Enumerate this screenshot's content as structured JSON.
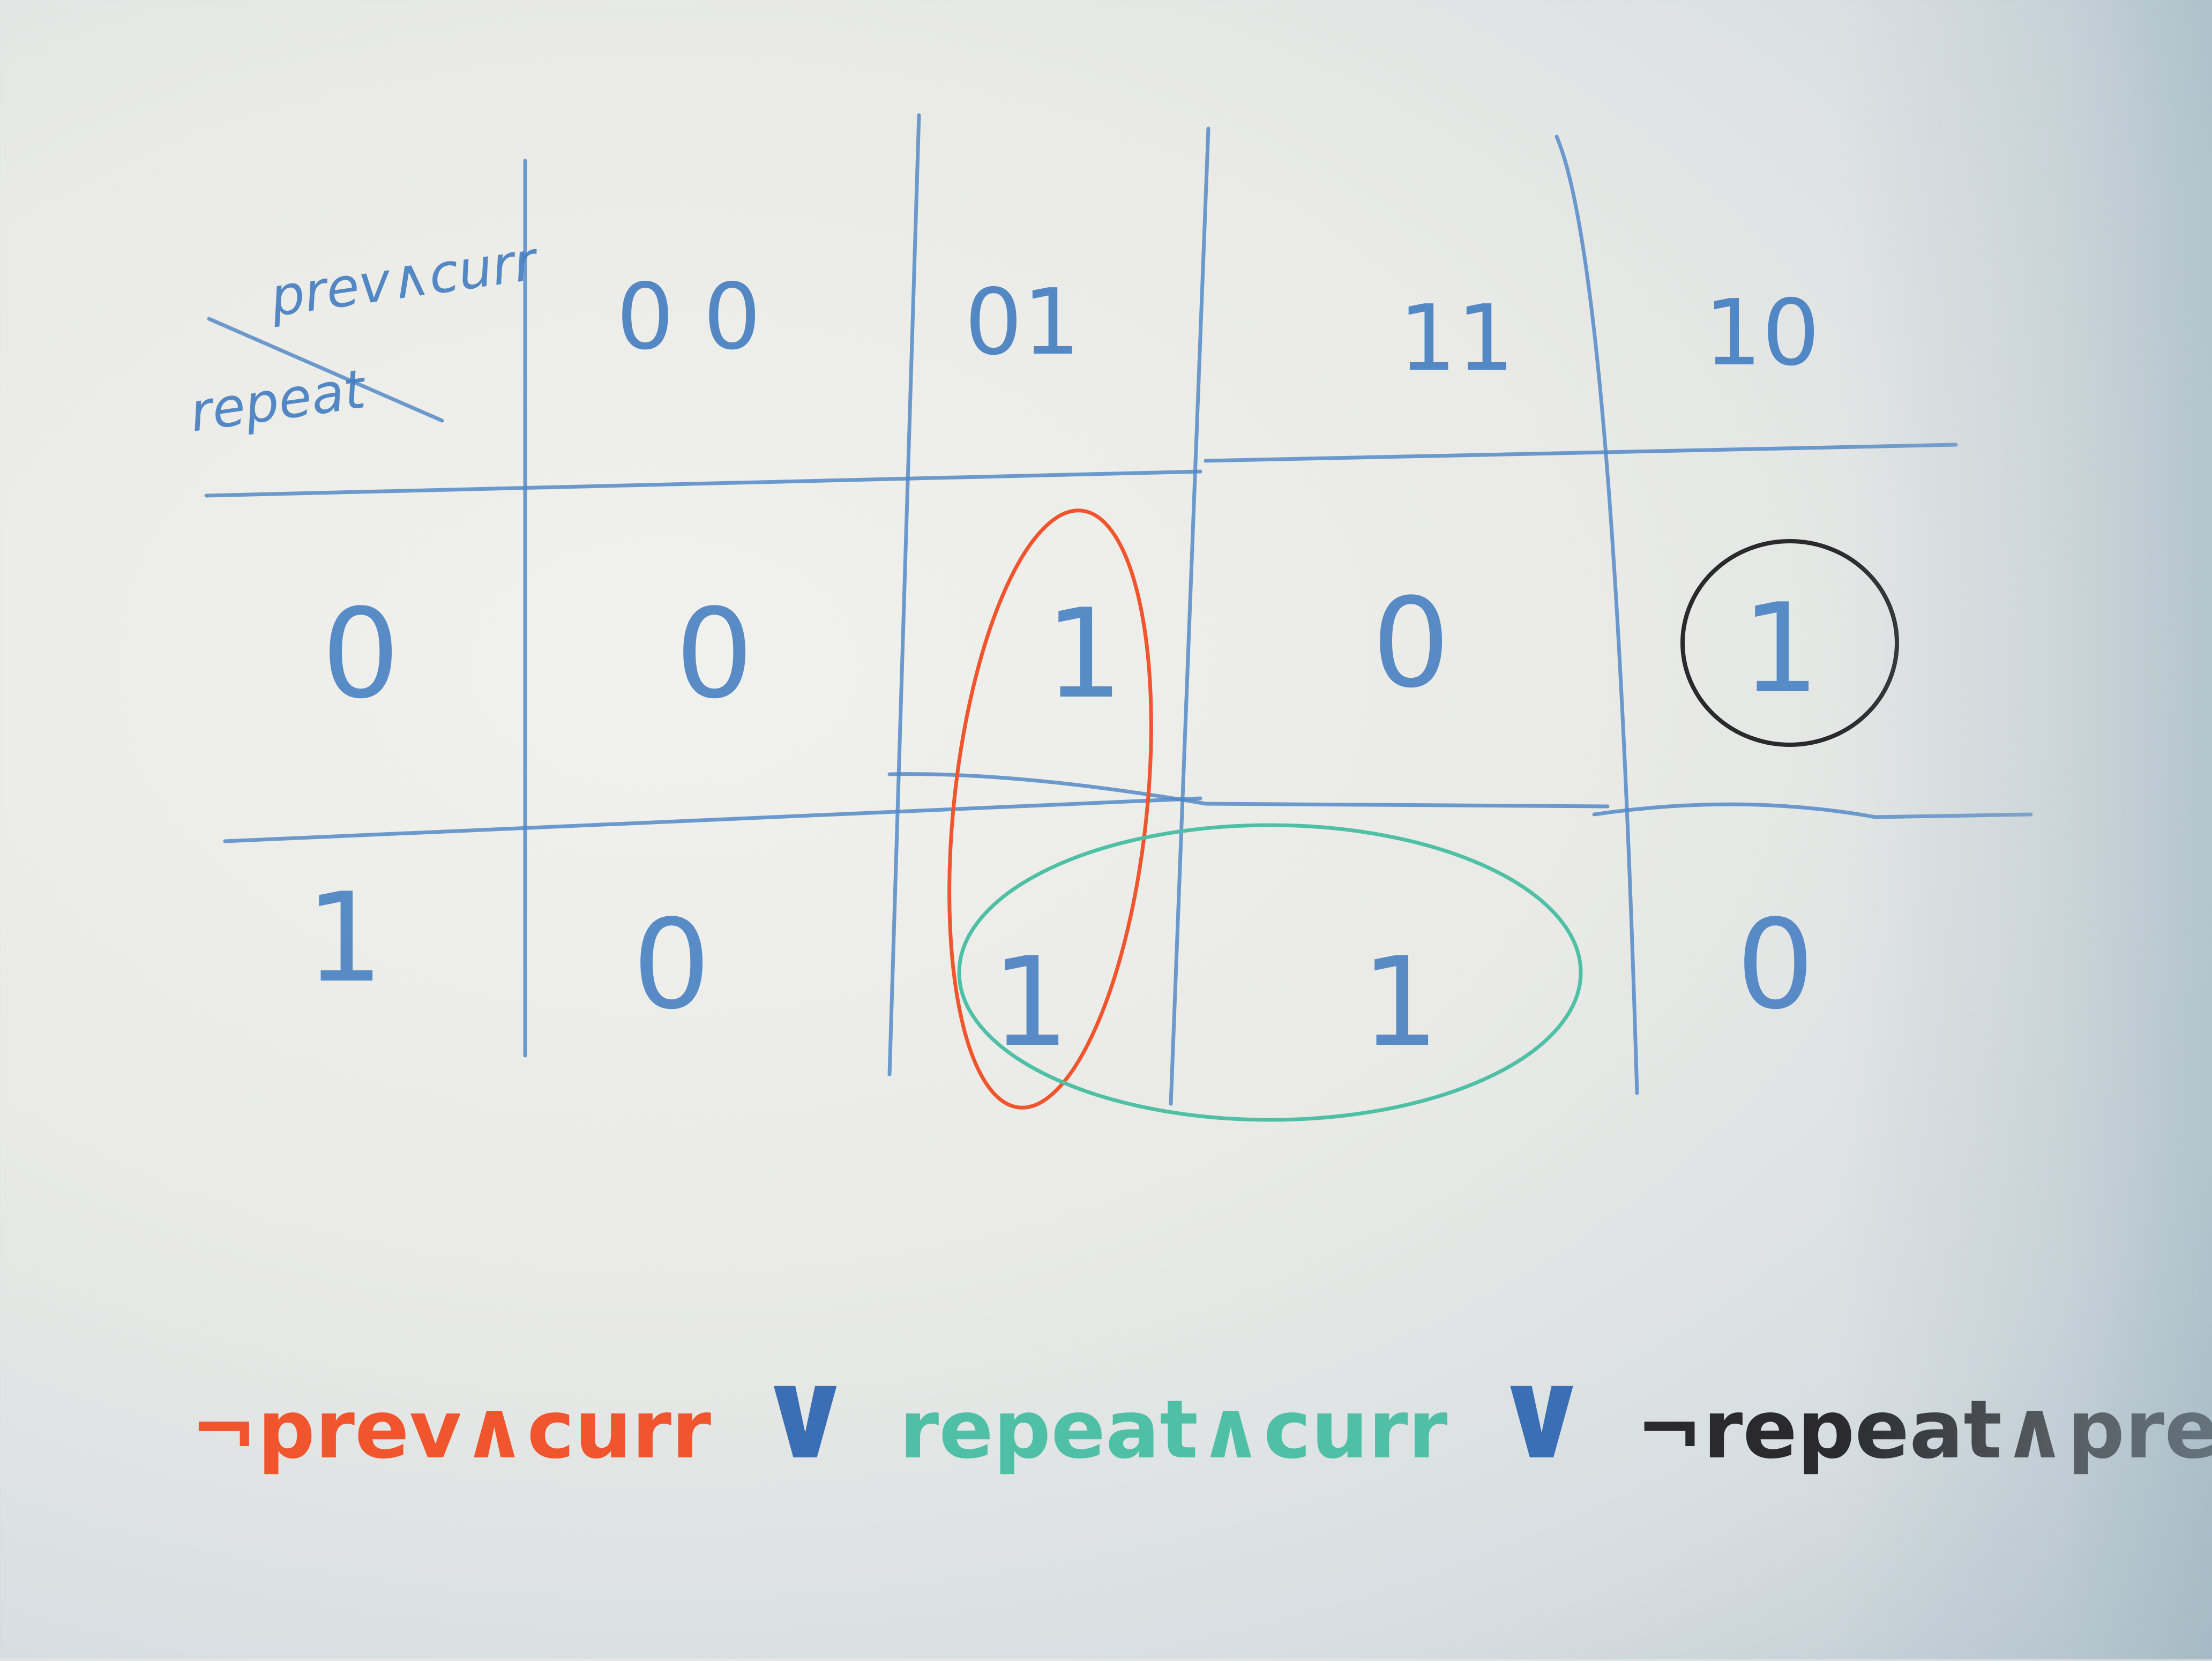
{
  "kmap": {
    "corner_top": "prev∧curr",
    "corner_bottom": "repeat",
    "col_headers": [
      "0 0",
      "01",
      "11",
      "10"
    ],
    "row_headers": [
      "0",
      "1"
    ],
    "rows": [
      [
        "0",
        "1",
        "0",
        "1"
      ],
      [
        "0",
        "1",
        "1",
        "0"
      ]
    ]
  },
  "formula": {
    "term1": "¬prev∧curr",
    "or1": "∨",
    "term2": "repeat∧curr",
    "or2": "∨",
    "term3": "¬repeat∧prev∧¬curr"
  },
  "colors": {
    "marker_blue": "#3f7bc1",
    "red_group": "#f0552e",
    "green_group": "#4fc0a6",
    "black_group": "#2a2a2e"
  }
}
